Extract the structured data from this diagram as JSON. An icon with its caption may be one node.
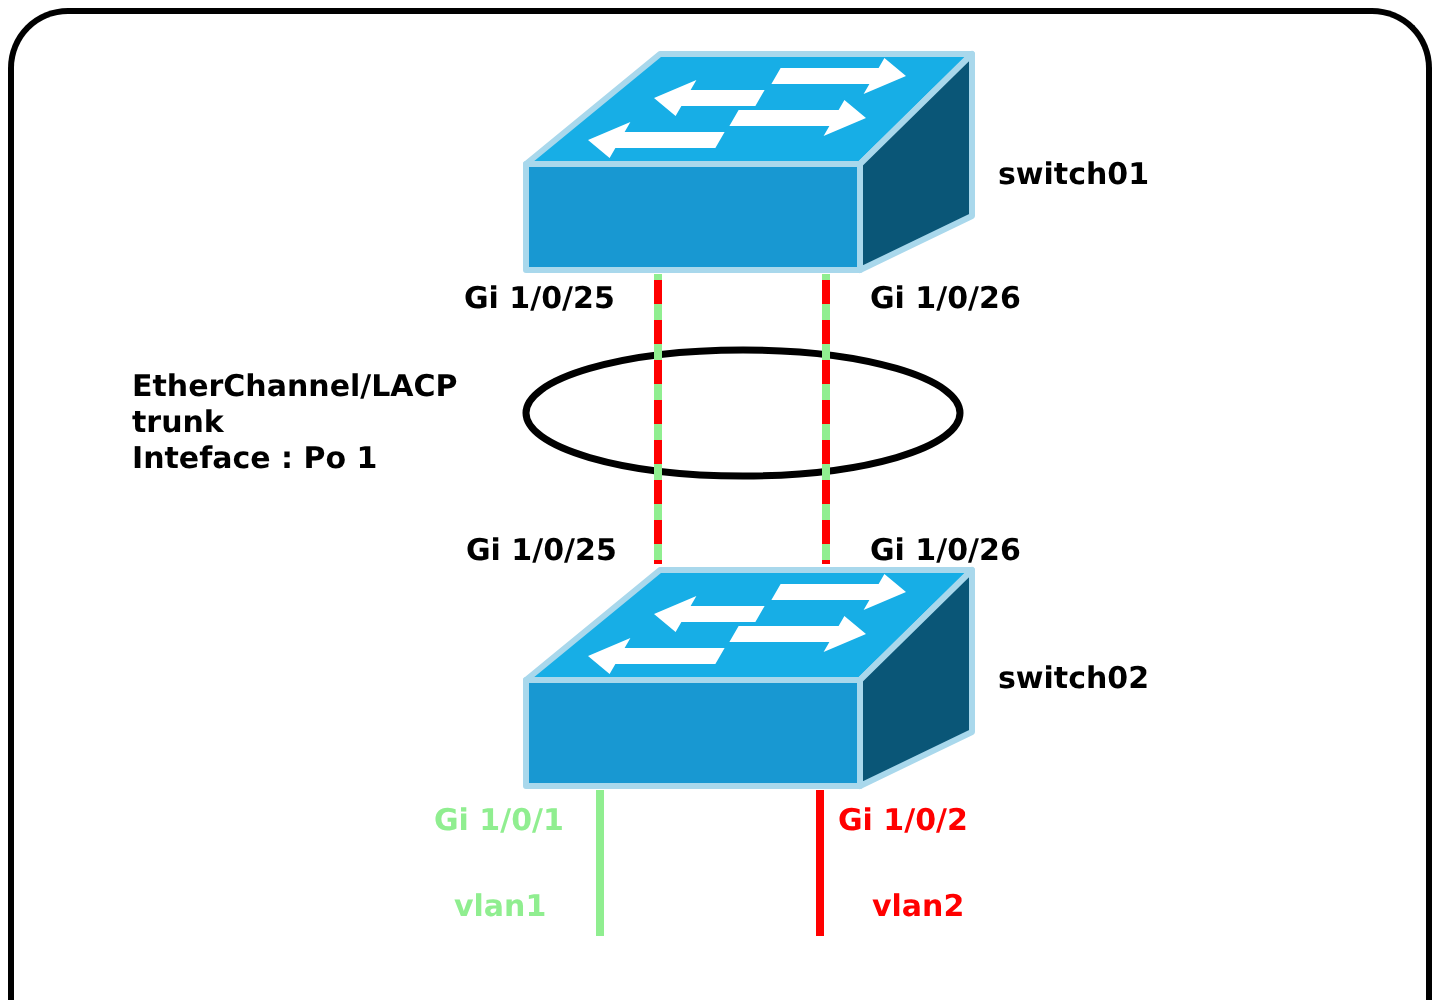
{
  "diagram": {
    "nodes": [
      {
        "text": [],
        "shape": "picture",
        "beside": [
          "switch01"
        ]
      },
      {
        "text": [],
        "shape": "picture",
        "beside": [
          "switch02"
        ]
      }
    ],
    "edges": [
      {
        "from": 0,
        "to": 1,
        "arrow": "none",
        "style": "dashed",
        "color": "#ff0000"
      },
      {
        "from": 0,
        "to": 1,
        "arrow": "none",
        "style": "dashed",
        "color": "#ff0000"
      },
      {
        "from": 1,
        "to": null,
        "arrow": "none"
      },
      {
        "from": 1,
        "to": null,
        "arrow": "none",
        "color": "#ff0000"
      }
    ],
    "labels": [
      "Gi 1/0/25",
      "Gi 1/0/26",
      "EtherChannel/LACP",
      "trunk",
      "Inteface : Po 1",
      "Gi 1/0/25",
      "Gi 1/0/26",
      "Gi 1/0/1",
      "Gi 1/0/2",
      "vlan1",
      "vlan2"
    ]
  }
}
